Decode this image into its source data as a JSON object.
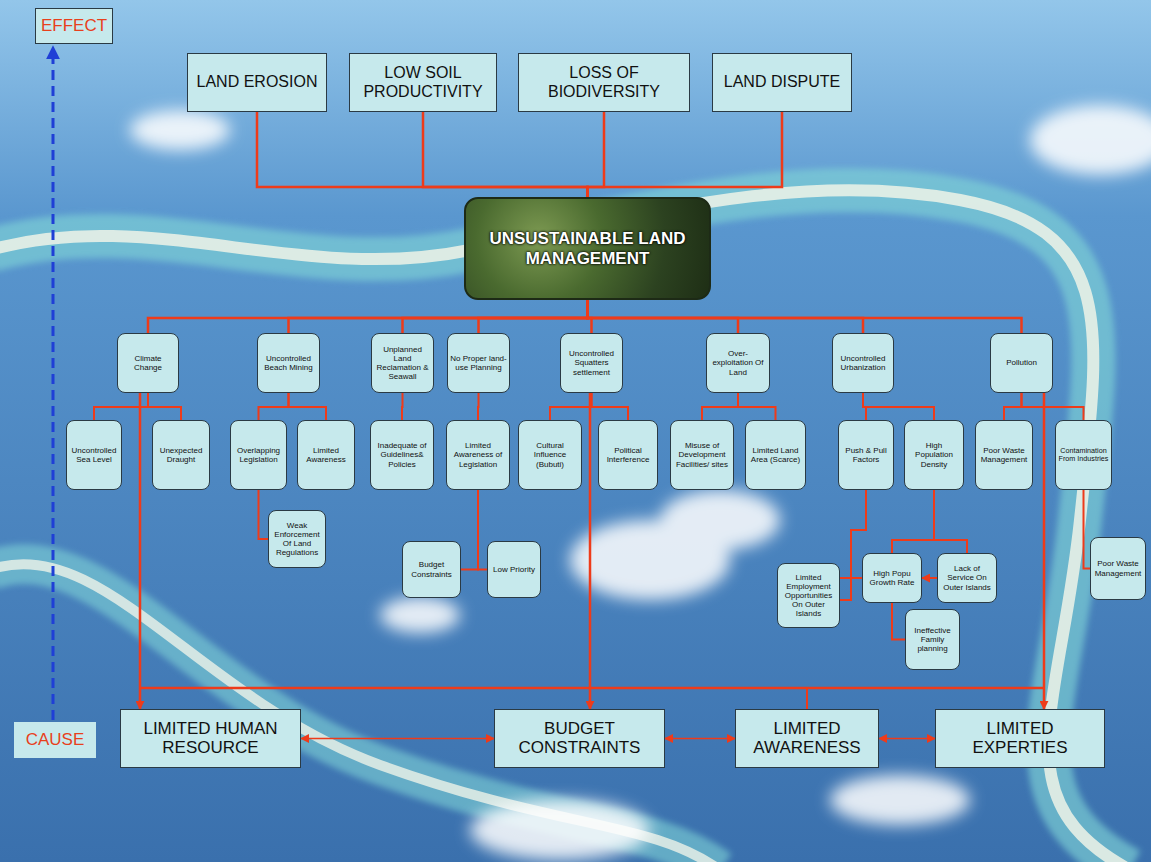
{
  "diagram": {
    "nodes": [
      {
        "text": [
          "LAND EROSION"
        ]
      },
      {
        "text": [
          "LOW SOIL PRODUCTIVITY"
        ]
      },
      {
        "text": [
          "LOSS OF BIODIVERSITY"
        ]
      },
      {
        "text": [
          "LAND DISPUTE"
        ]
      },
      {
        "text": [
          "UNSUSTAINABLE LAND MANAGEMENT"
        ]
      },
      {
        "text": [
          "Climate Change"
        ]
      },
      {
        "text": [
          "Uncontrolled Beach Mining"
        ]
      },
      {
        "text": [
          "Unplanned Land Reclamation & Seawall"
        ]
      },
      {
        "text": [
          "No Proper land-use Planning"
        ]
      },
      {
        "text": [
          "Uncontrolled Squatters settlement"
        ]
      },
      {
        "text": [
          "Over-exploitation Of Land"
        ]
      },
      {
        "text": [
          "Uncontrolled Urbanization"
        ]
      },
      {
        "text": [
          "Pollution"
        ]
      },
      {
        "text": [
          "Uncontrolled Sea Level"
        ]
      },
      {
        "text": [
          "Unexpected Draught"
        ]
      },
      {
        "text": [
          "Overlapping Legislation"
        ]
      },
      {
        "text": [
          "Limited Awareness"
        ]
      },
      {
        "text": [
          "Inadequate of Guidelines& Policies"
        ]
      },
      {
        "text": [
          "Limited Awareness of Legislation"
        ]
      },
      {
        "text": [
          "Cultural Influence (Bubuti)"
        ]
      },
      {
        "text": [
          "Political Interference"
        ]
      },
      {
        "text": [
          "Misuse of Development Facilities/ sites"
        ]
      },
      {
        "text": [
          "Limited Land Area (Scarce)"
        ]
      },
      {
        "text": [
          "Push & Pull Factors"
        ]
      },
      {
        "text": [
          "High Population Density"
        ]
      },
      {
        "text": [
          "Poor Waste Management"
        ]
      },
      {
        "text": [
          "Contamination From Industries"
        ]
      },
      {
        "text": [
          "Weak Enforcement Of Land Regulations"
        ]
      },
      {
        "text": [
          "Budget Constraints"
        ]
      },
      {
        "text": [
          "Low Priority"
        ]
      },
      {
        "text": [
          "Limited Employment Opportunities On Outer Islands"
        ]
      },
      {
        "text": [
          "High Popu Growth Rate"
        ]
      },
      {
        "text": [
          "Lack of Service On Outer Islands"
        ]
      },
      {
        "text": [
          "Poor Waste Management"
        ]
      },
      {
        "text": [
          "Ineffective Family planning"
        ]
      },
      {
        "text": [
          "LIMITED HUMAN RESOURCE"
        ]
      },
      {
        "text": [
          "BUDGET CONSTRAINTS"
        ]
      },
      {
        "text": [
          "LIMITED AWARENESS"
        ]
      },
      {
        "text": [
          "LIMITED EXPERTIES"
        ]
      }
    ],
    "edges": [
      {
        "from": 4,
        "to": 0,
        "arrow": "none"
      },
      {
        "from": 4,
        "to": 1,
        "arrow": "none"
      },
      {
        "from": 4,
        "to": 2,
        "arrow": "none"
      },
      {
        "from": 4,
        "to": 3,
        "arrow": "none"
      },
      {
        "from": 4,
        "to": 5,
        "arrow": "none"
      },
      {
        "from": 4,
        "to": 6,
        "arrow": "none"
      },
      {
        "from": 4,
        "to": 7,
        "arrow": "none"
      },
      {
        "from": 4,
        "to": 8,
        "arrow": "none"
      },
      {
        "from": 4,
        "to": 9,
        "arrow": "none"
      },
      {
        "from": 4,
        "to": 10,
        "arrow": "none"
      },
      {
        "from": 4,
        "to": 11,
        "arrow": "none"
      },
      {
        "from": 4,
        "to": 12,
        "arrow": "none"
      },
      {
        "from": 5,
        "to": 13,
        "arrow": "none"
      },
      {
        "from": 5,
        "to": 14,
        "arrow": "none"
      },
      {
        "from": 6,
        "to": 15,
        "arrow": "none"
      },
      {
        "from": 6,
        "to": 16,
        "arrow": "none"
      },
      {
        "from": 7,
        "to": 17,
        "arrow": "none"
      },
      {
        "from": 8,
        "to": 18,
        "arrow": "none"
      },
      {
        "from": 9,
        "to": 19,
        "arrow": "none"
      },
      {
        "from": 9,
        "to": 20,
        "arrow": "none"
      },
      {
        "from": 10,
        "to": 21,
        "arrow": "none"
      },
      {
        "from": 10,
        "to": 22,
        "arrow": "none"
      },
      {
        "from": 11,
        "to": 23,
        "arrow": "none"
      },
      {
        "from": 11,
        "to": 24,
        "arrow": "none"
      },
      {
        "from": 12,
        "to": 25,
        "arrow": "none"
      },
      {
        "from": 12,
        "to": 26,
        "arrow": "none"
      },
      {
        "from": 15,
        "to": 27,
        "arrow": "none"
      },
      {
        "from": 18,
        "to": 28,
        "arrow": "none"
      },
      {
        "from": 18,
        "to": 29,
        "arrow": "none"
      },
      {
        "from": 23,
        "to": 30,
        "arrow": "none"
      },
      {
        "from": 24,
        "to": 31,
        "arrow": "none"
      },
      {
        "from": 24,
        "to": 32,
        "arrow": "none"
      },
      {
        "from": 32,
        "to": 31,
        "arrow": "to"
      },
      {
        "from": 31,
        "to": 30,
        "arrow": "none"
      },
      {
        "from": 31,
        "to": 34,
        "arrow": "none"
      },
      {
        "from": 26,
        "to": 33,
        "arrow": "none"
      },
      {
        "from": 5,
        "to": 35,
        "arrow": "to"
      },
      {
        "from": 9,
        "to": 36,
        "arrow": "to"
      },
      {
        "from": 12,
        "to": 38,
        "arrow": "to"
      },
      {
        "from": 35,
        "to": 36,
        "arrow": "both"
      },
      {
        "from": 36,
        "to": 37,
        "arrow": "both"
      },
      {
        "from": 37,
        "to": 38,
        "arrow": "both"
      }
    ],
    "labels": [
      "EFFECT",
      "CAUSE"
    ]
  }
}
